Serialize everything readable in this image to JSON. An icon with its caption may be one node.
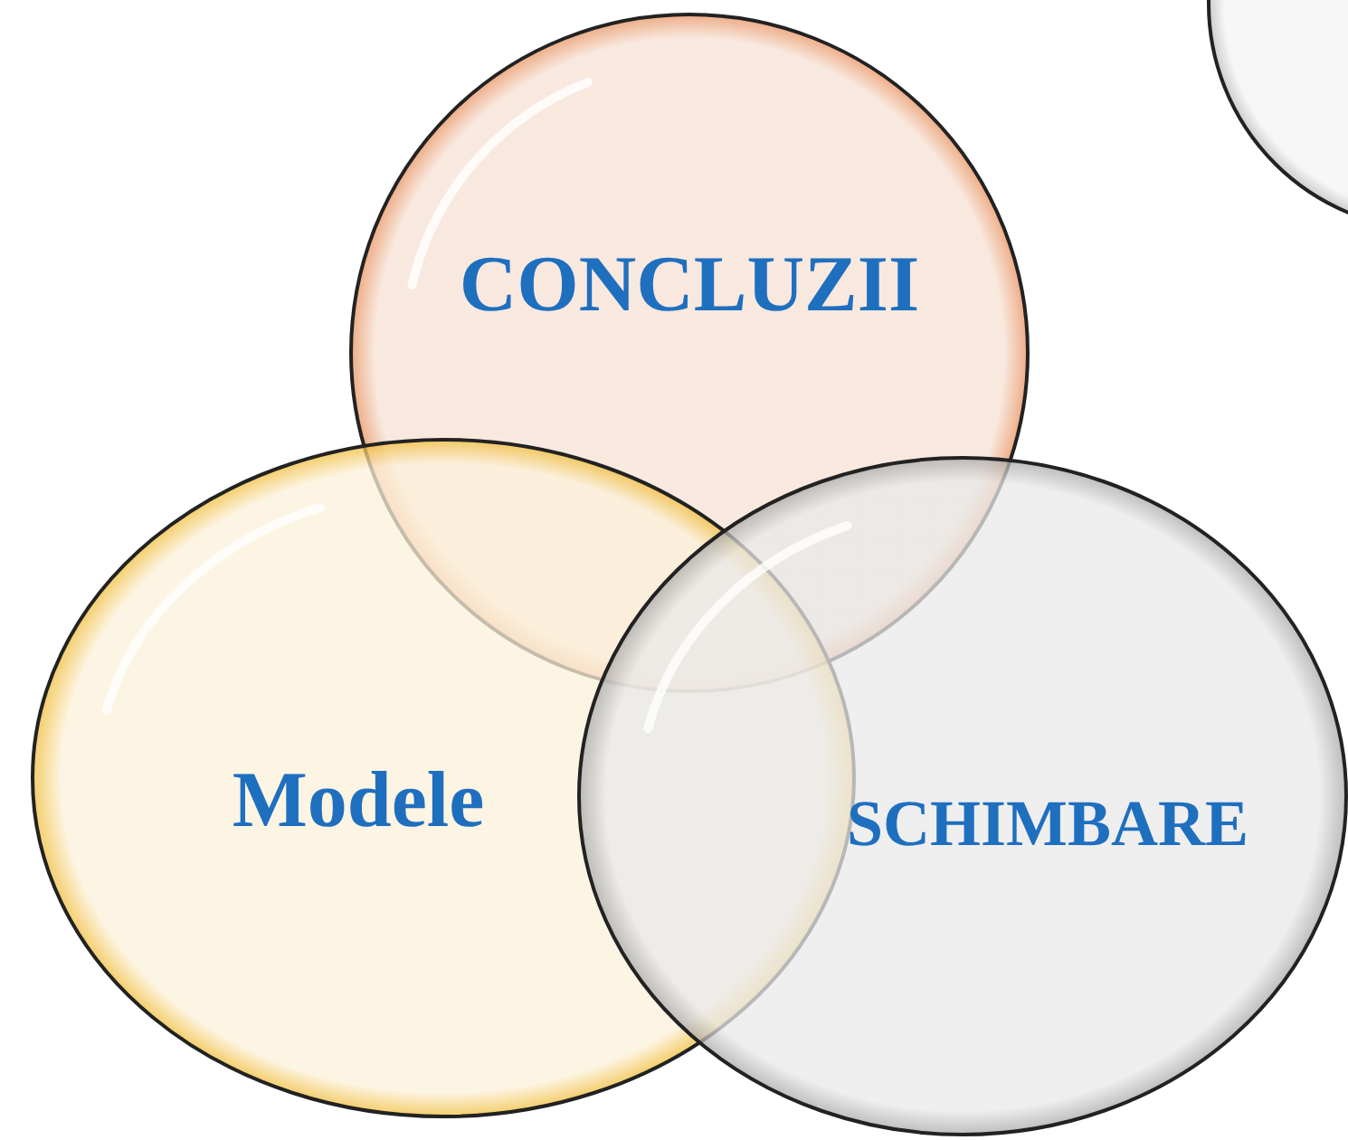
{
  "diagram": {
    "nodes": [
      {
        "text": [
          "CONCLUZII"
        ]
      },
      {
        "text": [],
        "shape": "circle"
      },
      {
        "text": [
          "Modele"
        ]
      },
      {
        "text": [
          "SCHIMBARE"
        ]
      }
    ]
  }
}
